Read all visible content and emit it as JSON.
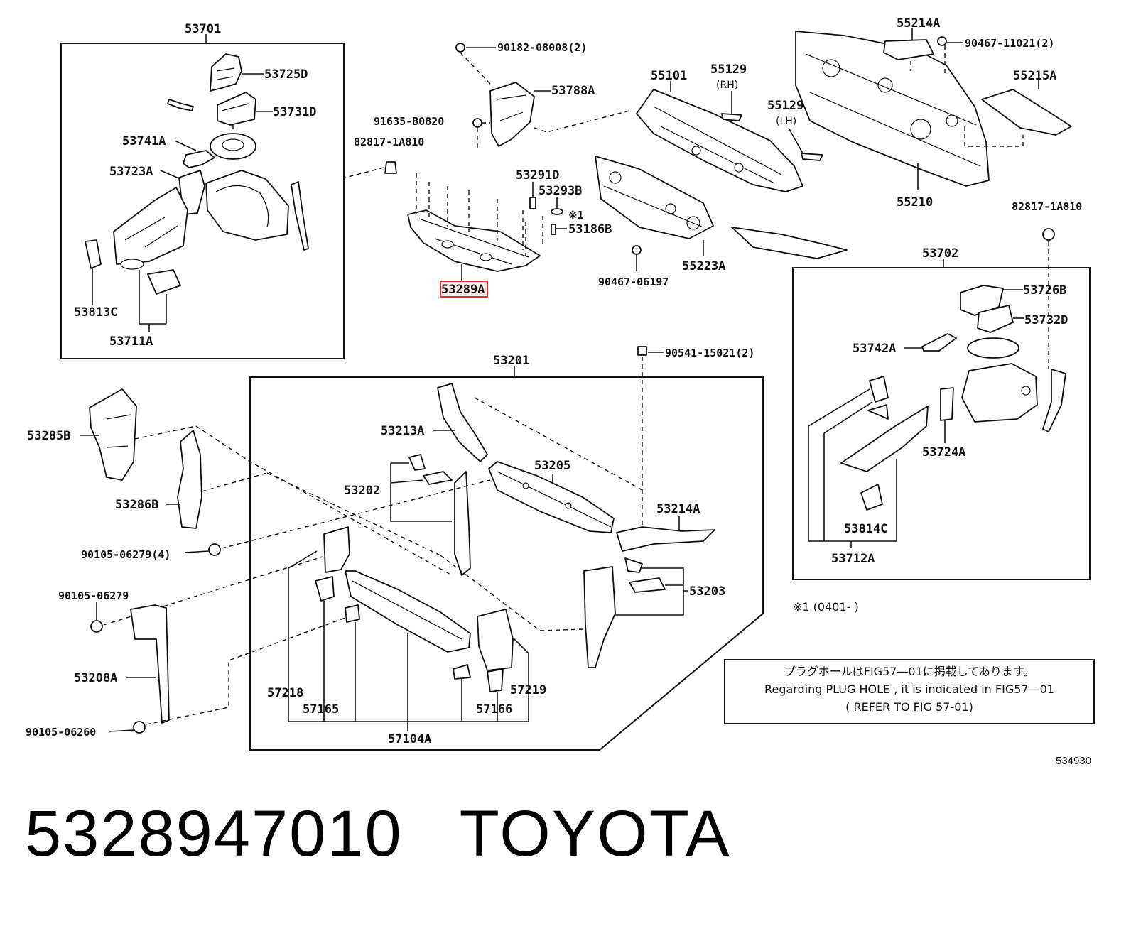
{
  "diagram": {
    "figure_code": "534930",
    "group_labels": {
      "g53701": "53701",
      "g53702": "53702",
      "g53201": "53201"
    },
    "parts": {
      "p53725D": "53725D",
      "p53731D": "53731D",
      "p53741A": "53741A",
      "p53723A": "53723A",
      "p53813C": "53813C",
      "p53711A": "53711A",
      "p90182": "90182-08008(2)",
      "p53788A": "53788A",
      "p91635": "91635-B0820",
      "p82817a": "82817-1A810",
      "p53291D": "53291D",
      "p53293B": "53293B",
      "p_mark1": "※1",
      "p53186B": "53186B",
      "p53289A": "53289A",
      "p55101": "55101",
      "p55129rh": "55129",
      "p55129rh_sub": "(RH)",
      "p55129lh": "55129",
      "p55129lh_sub": "(LH)",
      "p55223A": "55223A",
      "p90467a": "90467-06197",
      "p55214A": "55214A",
      "p90467b": "90467-11021(2)",
      "p55215A": "55215A",
      "p55210": "55210",
      "p82817b": "82817-1A810",
      "p53726B": "53726B",
      "p53732D": "53732D",
      "p53742A": "53742A",
      "p53724A": "53724A",
      "p53814C": "53814C",
      "p53712A": "53712A",
      "p90541": "90541-15021(2)",
      "p53213A": "53213A",
      "p53205": "53205",
      "p53202": "53202",
      "p53214A": "53214A",
      "p53203": "53203",
      "p53285B": "53285B",
      "p53286B": "53286B",
      "p90105a": "90105-06279(4)",
      "p90105b": "90105-06279",
      "p53208A": "53208A",
      "p90105c": "90105-06260",
      "p57218": "57218",
      "p57165": "57165",
      "p57104A": "57104A",
      "p57166": "57166",
      "p57219": "57219"
    },
    "footnote": "※1 (0401-       )",
    "note": {
      "line1": "プラグホールはFIG57―01に掲載してあります。",
      "line2": "Regarding PLUG HOLE , it is indicated in FIG57―01",
      "line3": "( REFER TO FIG 57-01)"
    },
    "highlight_part": "53289A",
    "highlight_color": "#e03030"
  },
  "footer": {
    "part_number": "5328947010",
    "brand": "TOYOTA"
  }
}
